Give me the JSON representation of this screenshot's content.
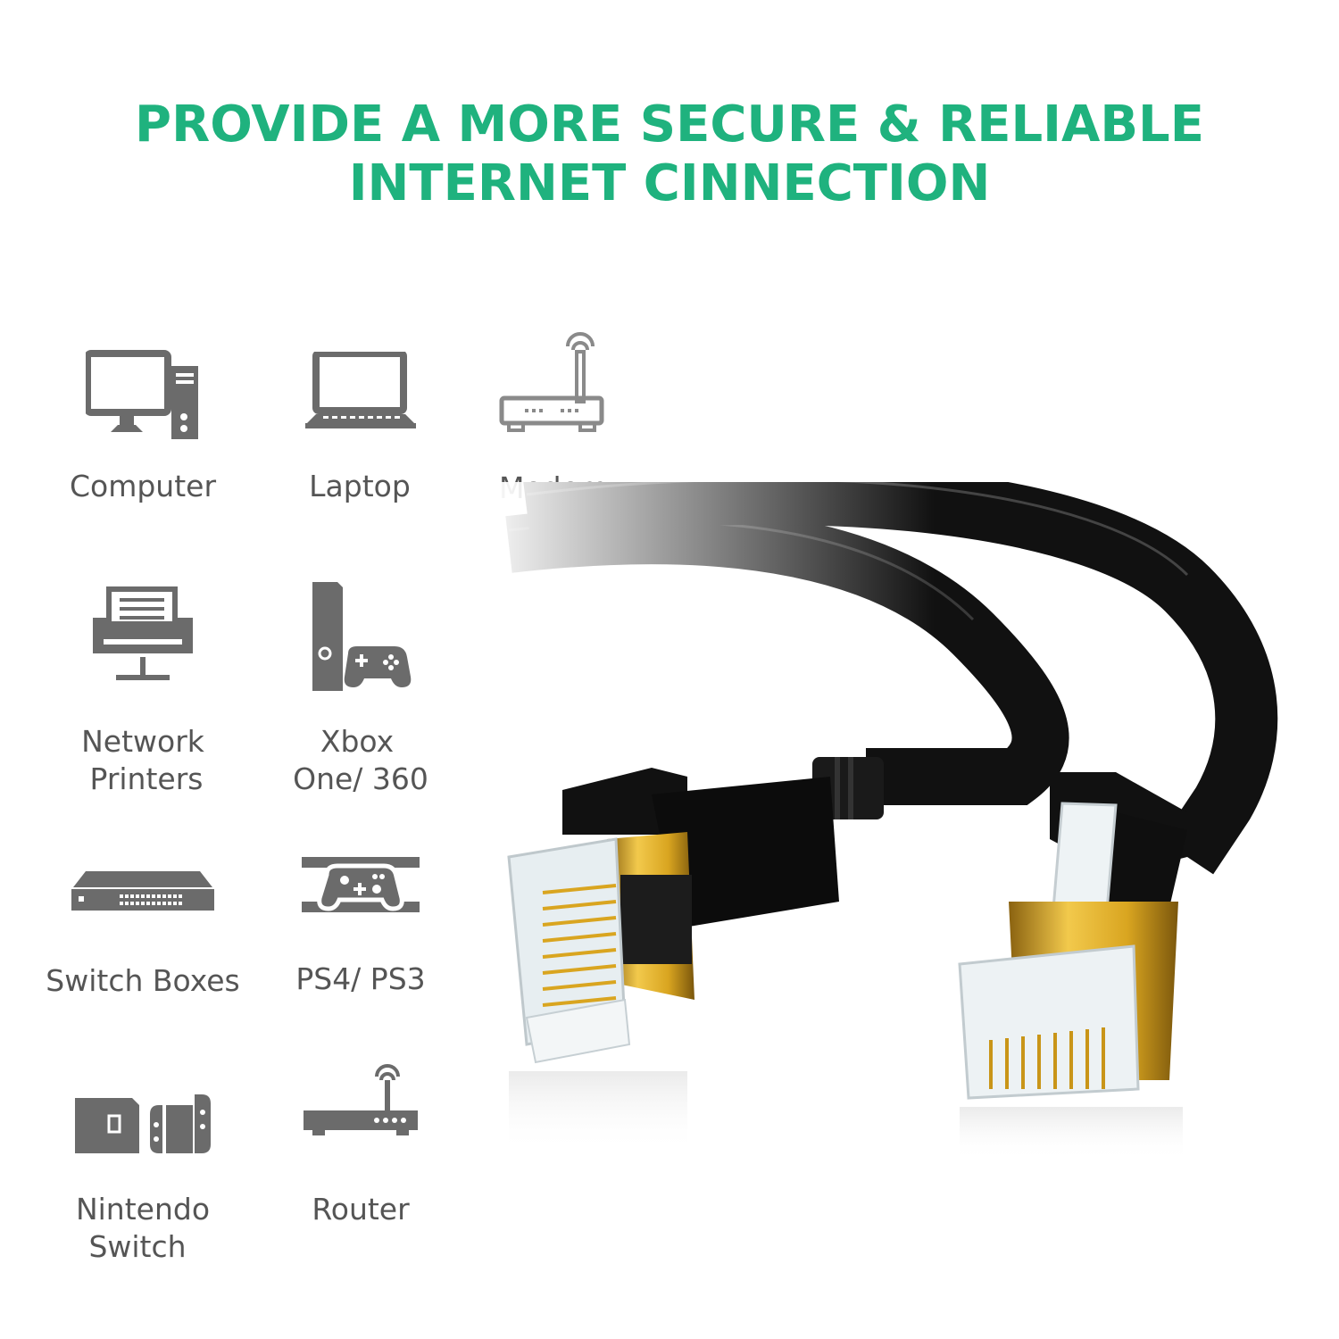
{
  "headline": {
    "line1": "PROVIDE A MORE SECURE & RELIABLE",
    "line2": "INTERNET CINNECTION"
  },
  "colors": {
    "accent": "#1fb27e",
    "icon": "#6b6b6b",
    "label": "#555555",
    "gold": "#d9a520",
    "cable": "#111111"
  },
  "devices": {
    "computer": {
      "label": "Computer",
      "icon": "computer-icon"
    },
    "laptop": {
      "label": "Laptop",
      "icon": "laptop-icon"
    },
    "modem": {
      "label": "Modem",
      "icon": "modem-icon"
    },
    "printer": {
      "line1": "Network",
      "line2": "Printers",
      "icon": "printer-icon"
    },
    "xbox": {
      "line1": "Xbox",
      "line2": "One/ 360",
      "icon": "xbox-icon"
    },
    "switch_box": {
      "label": "Switch Boxes",
      "icon": "switch-box-icon"
    },
    "ps": {
      "label": "PS4/ PS3",
      "icon": "playstation-icon"
    },
    "nintendo": {
      "line1": "Nintendo",
      "line2": "Switch",
      "icon": "nintendo-switch-icon"
    },
    "router": {
      "label": "Router",
      "icon": "router-icon"
    }
  }
}
